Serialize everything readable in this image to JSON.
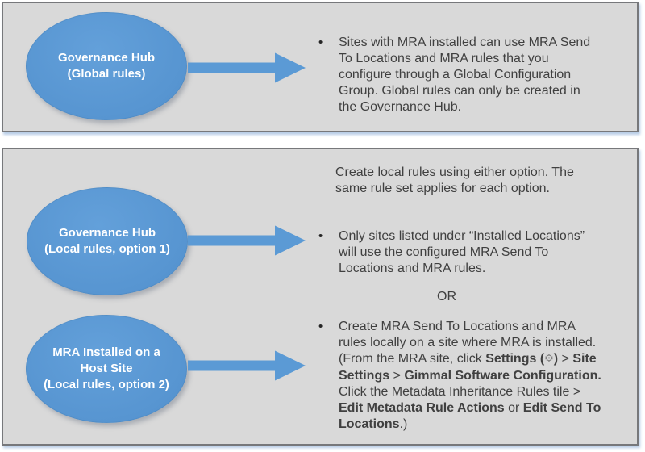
{
  "colors": {
    "panel_fill": "#d9d9d9",
    "panel_border": "#77787b",
    "accent_blue": "#5b9ad5",
    "body_text": "#404040",
    "ellipse_text": "#ffffff",
    "gear_gray": "#808080"
  },
  "panel_global": {
    "ellipse": {
      "lines": [
        "Governance Hub",
        "(Global rules)"
      ]
    },
    "bullet": "Sites with MRA installed can use MRA Send To Locations and MRA rules that you configure through a Global Configuration Group. Global rules can only be created in the Governance Hub."
  },
  "panel_local": {
    "intro": "Create local rules using either option. The same rule set applies for each option.",
    "ellipse_option1": {
      "lines": [
        "Governance Hub",
        "(Local rules, option 1)"
      ]
    },
    "bullet_option1": "Only sites listed under “Installed Locations” will use the configured MRA Send To Locations and MRA rules.",
    "or_label": "OR",
    "ellipse_option2": {
      "lines": [
        "MRA Installed on a",
        "Host Site",
        "(Local rules, option 2)"
      ]
    },
    "bullet_option2_segments": [
      {
        "text": "Create MRA Send To Locations and MRA rules locally on a site where MRA is installed. (From the MRA site, click ",
        "bold": false
      },
      {
        "text": "Settings (",
        "bold": true
      },
      {
        "icon": "gear-icon",
        "glyph": "⚙︎"
      },
      {
        "text": ")",
        "bold": true
      },
      {
        "text": " > ",
        "bold": false
      },
      {
        "text": "Site Settings",
        "bold": true
      },
      {
        "text": " > ",
        "bold": false
      },
      {
        "text": "Gimmal Software Configuration.",
        "bold": true
      },
      {
        "text": " Click the Metadata Inheritance Rules tile > ",
        "bold": false
      },
      {
        "text": "Edit Metadata Rule Actions",
        "bold": true
      },
      {
        "text": " or ",
        "bold": false
      },
      {
        "text": "Edit Send To Locations",
        "bold": true
      },
      {
        "text": ".)",
        "bold": false
      }
    ]
  },
  "icons": {
    "bullet_glyph": "•"
  }
}
